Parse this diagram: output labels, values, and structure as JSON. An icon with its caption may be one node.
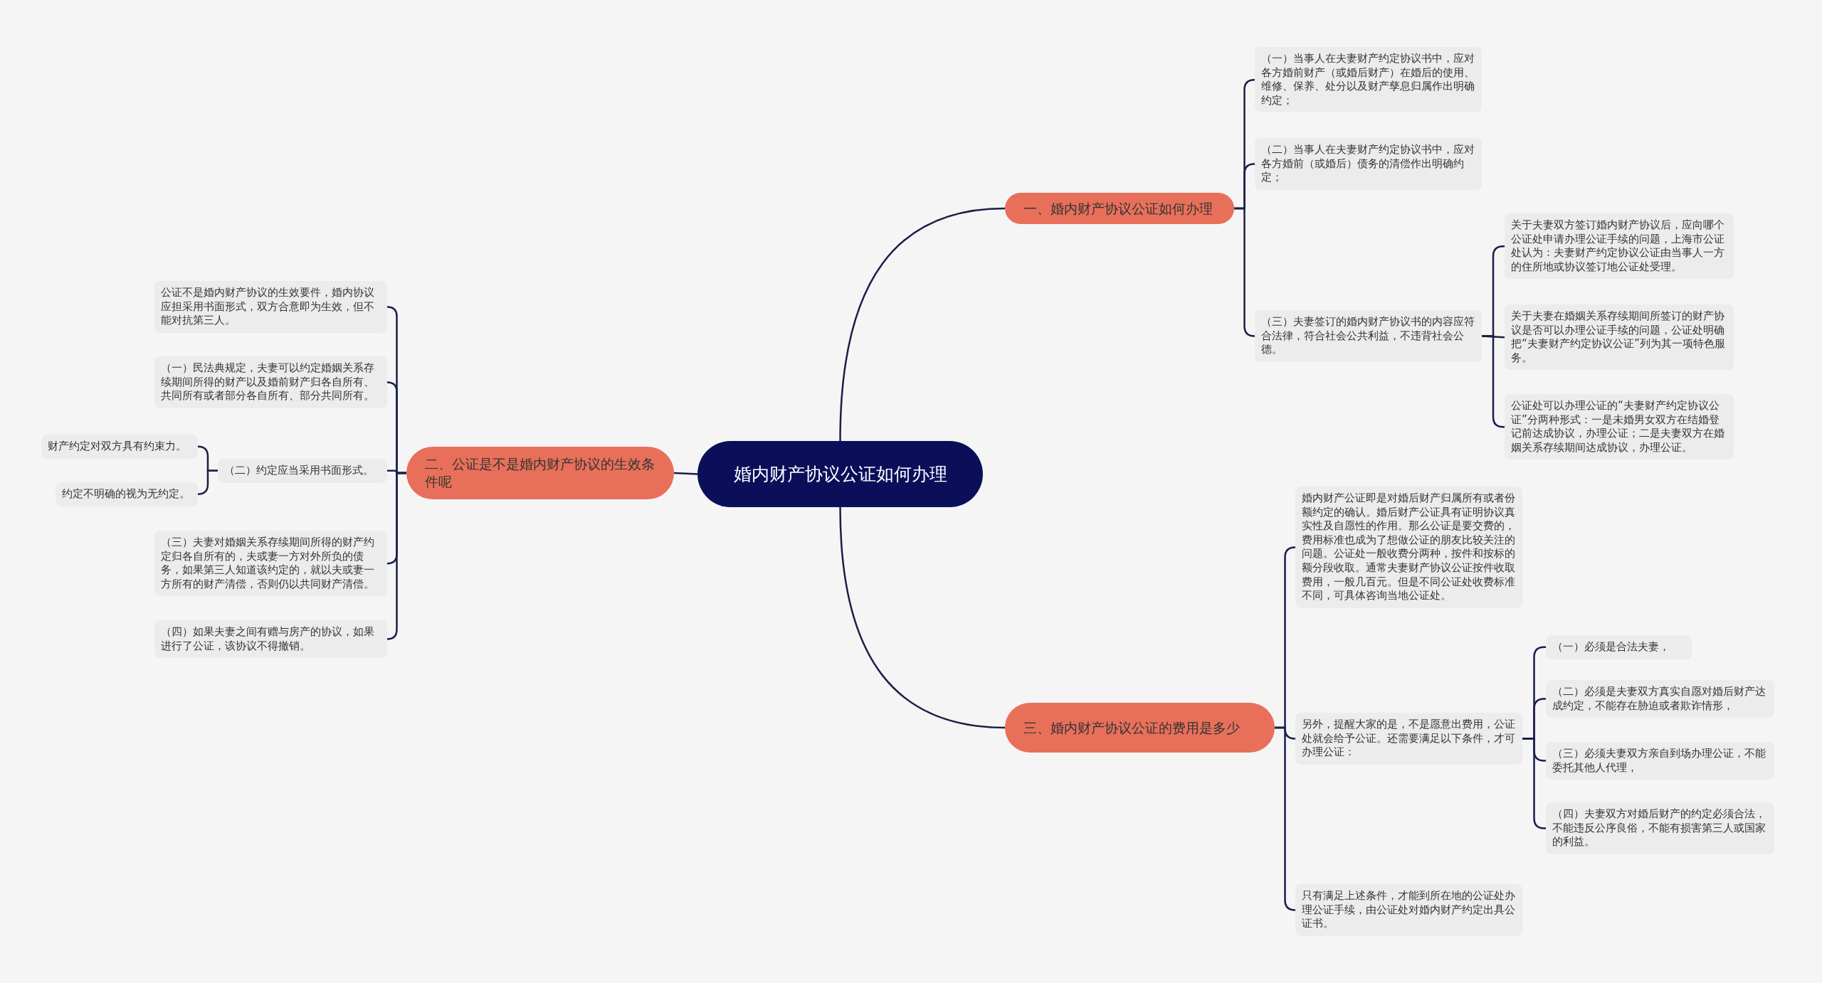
{
  "diagram": {
    "nodes": [
      {
        "text": [
          "婚内财产协议公证如何办理"
        ]
      },
      {
        "text": [
          "一、婚内财产协议公证如何办理"
        ]
      },
      {
        "text": [
          "（一）当事人在夫妻财产约定协议书中，应对各方婚前财产（或婚后财产）在婚后的使用、维修、保养、处分以及财产孳息归属作出明确约定；"
        ]
      },
      {
        "text": [
          "（二）当事人在夫妻财产约定协议书中，应对各方婚前（或婚后）债务的清偿作出明确约定；"
        ]
      },
      {
        "text": [
          "（三）夫妻签订的婚内财产协议书的内容应符合法律，符合社会公共利益，不违背社会公德。"
        ]
      },
      {
        "text": [
          "关于夫妻双方签订婚内财产协议后，应向哪个公证处申请办理公证手续的问题，上海市公证处认为：夫妻财产约定协议公证由当事人一方的住所地或协议签订地公证处受理。"
        ]
      },
      {
        "text": [
          "关于夫妻在婚姻关系存续期间所签订的财产协议是否可以办理公证手续的问题，公证处明确把“夫妻财产约定协议公证”列为其一项特色服务。"
        ]
      },
      {
        "text": [
          "公证处可以办理公证的“夫妻财产约定协议公证”分两种形式：一是未婚男女双方在结婚登记前达成协议，办理公证；二是夫妻双方在婚姻关系存续期间达成协议，办理公证。"
        ]
      },
      {
        "text": [
          "二、公证是不是婚内财产协议的生效条件呢"
        ]
      },
      {
        "text": [
          "公证不是婚内财产协议的生效要件，婚内协议应担采用书面形式，双方合意即为生效，但不能对抗第三人。"
        ]
      },
      {
        "text": [
          "（一）民法典规定，夫妻可以约定婚姻关系存续期间所得的财产以及婚前财产归各自所有、共同所有或者部分各自所有、部分共同所有。"
        ]
      },
      {
        "text": [
          "（二）约定应当采用书面形式。"
        ]
      },
      {
        "text": [
          "财产约定对双方具有约束力。"
        ]
      },
      {
        "text": [
          "约定不明确的视为无约定。"
        ]
      },
      {
        "text": [
          "（三）夫妻对婚姻关系存续期间所得的财产约定归各自所有的，夫或妻一方对外所负的债务，如果第三人知道该约定的，就以夫或妻一方所有的财产清偿，否则仍以共同财产清偿。"
        ]
      },
      {
        "text": [
          "（四）如果夫妻之间有赠与房产的协议，如果进行了公证，该协议不得撤销。"
        ]
      },
      {
        "text": [
          "三、婚内财产协议公证的费用是多少"
        ]
      },
      {
        "text": [
          "婚内财产公证即是对婚后财产归属所有或者份额约定的确认。婚后财产公证具有证明协议真实性及自愿性的作用。那么公证是要交费的，费用标准也成为了想做公证的朋友比较关注的问题。公证处一般收费分两种，按件和按标的额分段收取。通常夫妻财产协议公证按件收取费用，一般几百元。但是不同公证处收费标准不同，可具体咨询当地公证处。"
        ]
      },
      {
        "text": [
          "另外，提醒大家的是，不是愿意出费用，公证处就会给予公证。还需要满足以下条件，才可办理公证："
        ]
      },
      {
        "text": [
          "只有满足上述条件，才能到所在地的公证处办理公证手续，由公证处对婚内财产约定出具公证书。"
        ]
      },
      {
        "text": [
          "（一）必须是合法夫妻，"
        ]
      },
      {
        "text": [
          "（二）必须是夫妻双方真实自愿对婚后财产达成约定，不能存在胁迫或者欺诈情形，"
        ]
      },
      {
        "text": [
          "（三）必须夫妻双方亲自到场办理公证，不能委托其他人代理，"
        ]
      },
      {
        "text": [
          "（四）夫妻双方对婚后财产的约定必须合法，不能违反公序良俗，不能有损害第三人或国家的利益。"
        ]
      }
    ],
    "edges": [
      {
        "from": 0,
        "to": 1,
        "arrow": "none"
      },
      {
        "from": 1,
        "to": 2,
        "arrow": "none"
      },
      {
        "from": 1,
        "to": 3,
        "arrow": "none"
      },
      {
        "from": 1,
        "to": 4,
        "arrow": "none"
      },
      {
        "from": 4,
        "to": 5,
        "arrow": "none"
      },
      {
        "from": 4,
        "to": 6,
        "arrow": "none"
      },
      {
        "from": 4,
        "to": 7,
        "arrow": "none"
      },
      {
        "from": 0,
        "to": 8,
        "arrow": "none"
      },
      {
        "from": 8,
        "to": 9,
        "arrow": "none"
      },
      {
        "from": 8,
        "to": 10,
        "arrow": "none"
      },
      {
        "from": 8,
        "to": 11,
        "arrow": "none"
      },
      {
        "from": 11,
        "to": 12,
        "arrow": "none"
      },
      {
        "from": 11,
        "to": 13,
        "arrow": "none"
      },
      {
        "from": 8,
        "to": 14,
        "arrow": "none"
      },
      {
        "from": 8,
        "to": 15,
        "arrow": "none"
      },
      {
        "from": 0,
        "to": 16,
        "arrow": "none"
      },
      {
        "from": 16,
        "to": 17,
        "arrow": "none"
      },
      {
        "from": 16,
        "to": 18,
        "arrow": "none"
      },
      {
        "from": 16,
        "to": 19,
        "arrow": "none"
      },
      {
        "from": 18,
        "to": 20,
        "arrow": "none"
      },
      {
        "from": 18,
        "to": 21,
        "arrow": "none"
      },
      {
        "from": 18,
        "to": 22,
        "arrow": "none"
      },
      {
        "from": 18,
        "to": 23,
        "arrow": "none"
      }
    ]
  }
}
